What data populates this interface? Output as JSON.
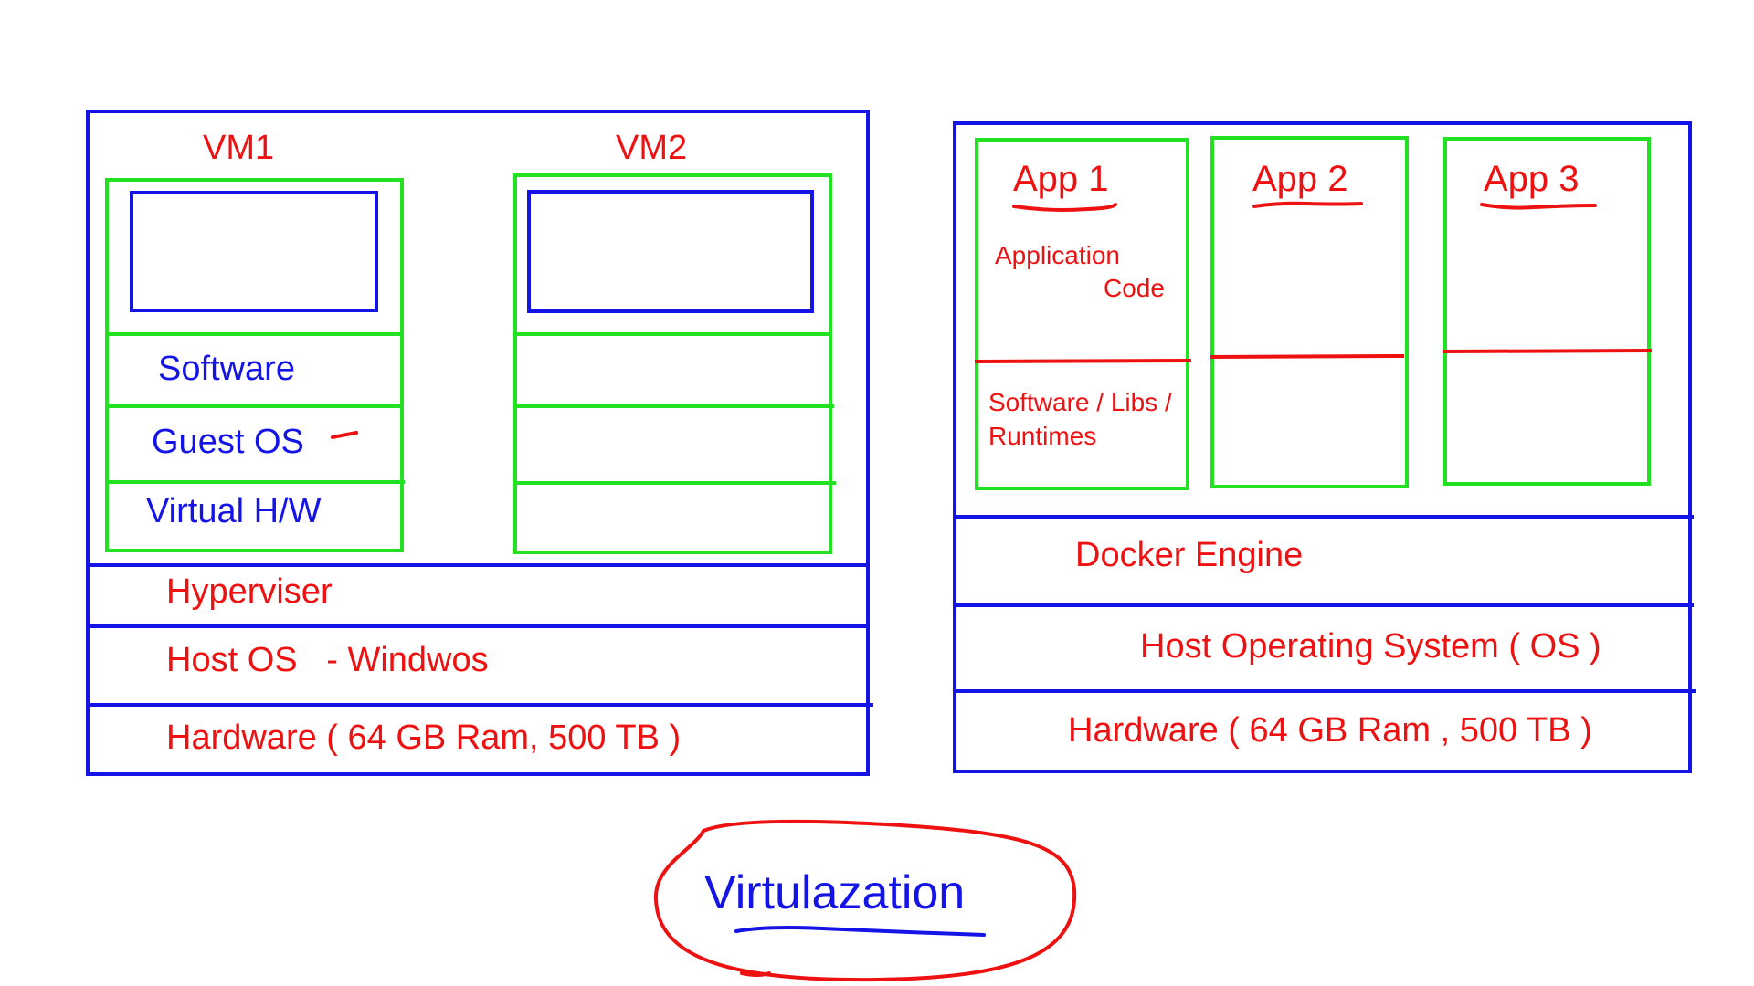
{
  "vm_side": {
    "vm1": {
      "title": "VM1",
      "layers": [
        "Software",
        "Guest OS",
        "Virtual H/W"
      ]
    },
    "vm2": {
      "title": "VM2"
    },
    "hypervisor": "Hyperviser",
    "host_os": "Host OS   - Windwos",
    "hardware": "Hardware ( 64 GB Ram, 500 TB )"
  },
  "container_side": {
    "apps": [
      {
        "title": "App 1",
        "code_line1": "Application",
        "code_line2": "Code",
        "libs_line1": "Software / Libs /",
        "libs_line2": "Runtimes"
      },
      {
        "title": "App 2"
      },
      {
        "title": "App 3"
      }
    ],
    "docker_engine": "Docker Engine",
    "host_os": "Host Operating System ( OS )",
    "hardware": "Hardware ( 64 GB Ram , 500 TB )"
  },
  "caption": "Virtulazation",
  "colors": {
    "blue": "#1414e6",
    "green": "#22e022",
    "red": "#ee1111"
  }
}
